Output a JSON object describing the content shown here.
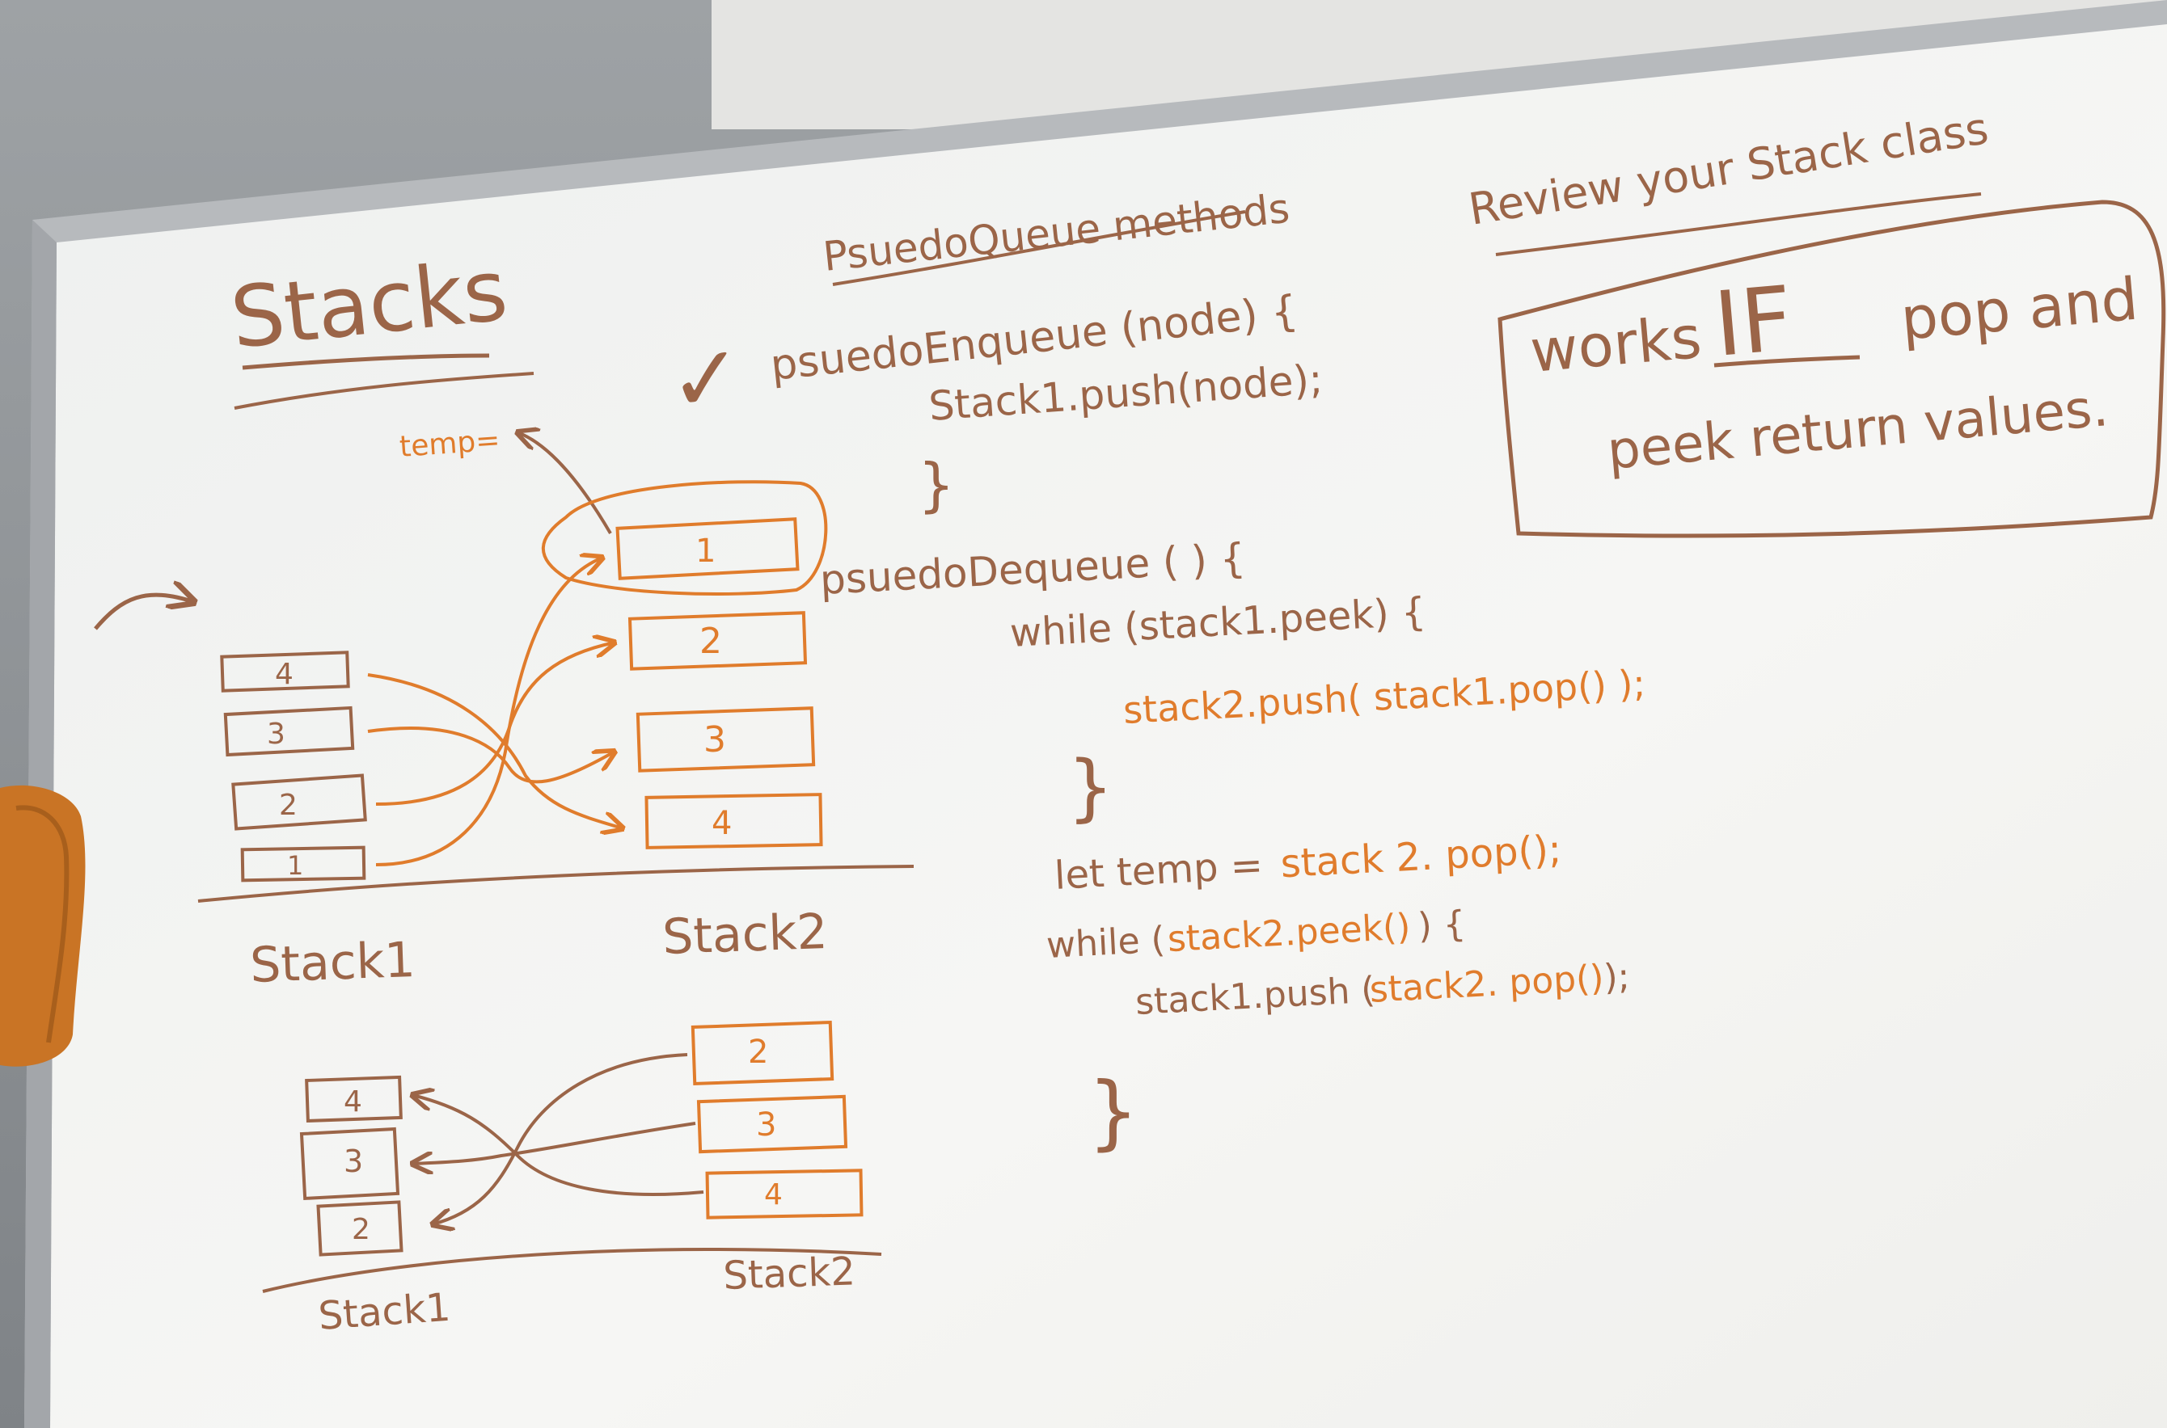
{
  "colors": {
    "ink_brown": "#9b6548",
    "ink_orange": "#e07c2c",
    "board": "#f4f4f2",
    "frame": "#b9bcbf",
    "wall": "#8d9094"
  },
  "board": {
    "title": "Stacks",
    "methods_heading": "PsuedoQueue methods",
    "review_heading": "Review your Stack class",
    "note_line1_a": "works",
    "note_line1_b": "IF",
    "note_line1_c": "pop and",
    "note_line2": "peek return values.",
    "checkmark": "✓",
    "enqueue_header": "psuedoEnqueue (node) {",
    "enqueue_body": "Stack1.push(node);",
    "enqueue_close": "}",
    "dequeue_header": "psuedoDequeue ( ) {",
    "while1_header": "while (stack1.peek) {",
    "while1_body": "stack2.push( stack1.pop() );",
    "while1_close": "}",
    "let_keyword": "let temp =",
    "let_value": "stack 2. pop();",
    "while2_keyword": "while (",
    "while2_cond": "stack2.peek()",
    "while2_end": ") {",
    "while2_body_a": "stack1.push (",
    "while2_body_b": "stack2. pop()",
    "while2_body_c": ");",
    "while2_close": "}",
    "temp_label": "temp=",
    "diagram_top": {
      "stack1_label": "Stack1",
      "stack2_label": "Stack2",
      "stack1_items": [
        "4",
        "3",
        "2",
        "1"
      ],
      "stack2_items": [
        "1",
        "2",
        "3",
        "4"
      ]
    },
    "diagram_bottom": {
      "stack1_label": "Stack1",
      "stack2_label": "Stack2",
      "stack1_items": [
        "4",
        "3",
        "2"
      ],
      "stack2_items": [
        "2",
        "3",
        "4"
      ]
    }
  }
}
